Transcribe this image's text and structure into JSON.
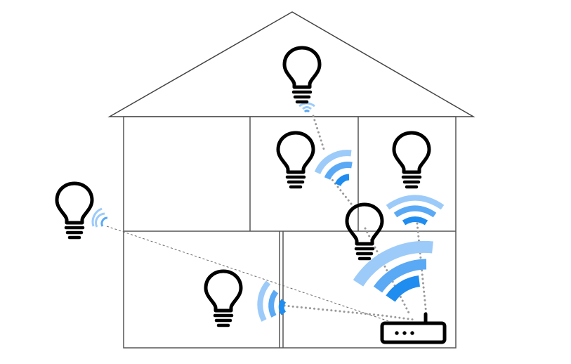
{
  "colors": {
    "wall": "#555555",
    "bulb": "#000000",
    "wifi_inner": "#1f8cf0",
    "wifi_middle": "#5aa9f5",
    "wifi_outer": "#9ccbf9",
    "mesh_link": "#9a9a9a",
    "direct_link": "#666666",
    "router": "#000000"
  },
  "icons": {
    "device": "lightbulb-icon",
    "signal": "wifi-signal-icon",
    "hub": "router-icon"
  },
  "bulbs": [
    {
      "id": "attic",
      "room": "attic"
    },
    {
      "id": "upper-middle",
      "room": "upper-middle-room"
    },
    {
      "id": "upper-right",
      "room": "upper-right-room"
    },
    {
      "id": "lower-right",
      "room": "lower-right-room"
    },
    {
      "id": "lower-left",
      "room": "lower-left-room"
    },
    {
      "id": "outside",
      "room": "outside"
    }
  ],
  "links": [
    {
      "from": "router",
      "to": "lower-left",
      "style": "dotted"
    },
    {
      "from": "router",
      "to": "lower-right",
      "style": "dotted"
    },
    {
      "from": "router",
      "to": "upper-right",
      "style": "dotted"
    },
    {
      "from": "lower-right",
      "to": "upper-middle",
      "style": "dotted"
    },
    {
      "from": "upper-middle",
      "to": "attic",
      "style": "dotted"
    },
    {
      "from": "router",
      "to": "outside",
      "style": "dashed"
    }
  ]
}
